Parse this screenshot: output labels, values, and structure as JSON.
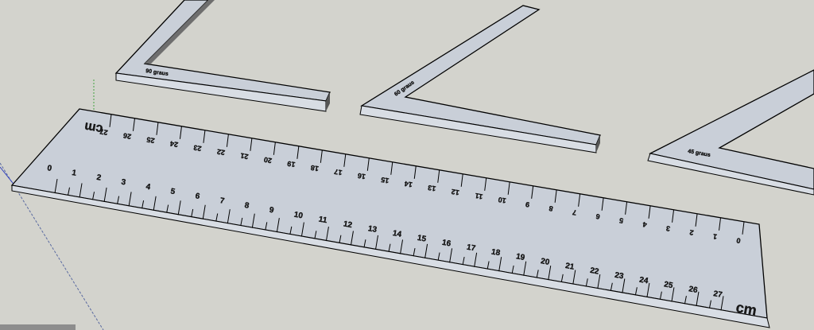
{
  "viewport": {
    "background": "#d3d3cd",
    "face_color": "#c9cfd8",
    "edge_color": "#000000"
  },
  "squares": [
    {
      "label": "90 graus"
    },
    {
      "label": "60 graus"
    },
    {
      "label": "45 graus"
    }
  ],
  "ruler": {
    "unit_label": "cm",
    "bottom_numbers": [
      "0",
      "1",
      "2",
      "3",
      "4",
      "5",
      "6",
      "7",
      "8",
      "9",
      "10",
      "11",
      "12",
      "13",
      "14",
      "15",
      "16",
      "17",
      "18",
      "19",
      "20",
      "21",
      "22",
      "23",
      "24",
      "25",
      "26",
      "27"
    ],
    "top_numbers": [
      "27",
      "26",
      "25",
      "24",
      "23",
      "22",
      "21",
      "20",
      "19",
      "18",
      "17",
      "16",
      "15",
      "14",
      "13",
      "12",
      "11",
      "10",
      "9",
      "8",
      "7",
      "6",
      "5",
      "4",
      "3",
      "2",
      "1",
      "0"
    ]
  }
}
